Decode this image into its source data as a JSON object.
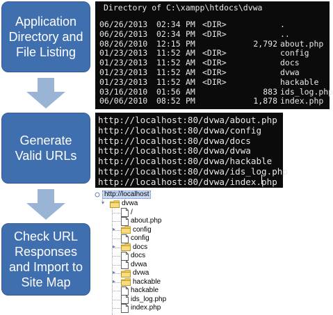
{
  "colors": {
    "step_fill": "#3f6fae",
    "arrow_fill": "#9ab4d6",
    "console_bg": "#0b0b0b",
    "root_highlight": "#c9daf6"
  },
  "steps": [
    {
      "lines": [
        "Application",
        "Directory and",
        "File Listing"
      ]
    },
    {
      "lines": [
        "Generate",
        "Valid URLs"
      ]
    },
    {
      "lines": [
        "Check URL",
        "Responses",
        "and Import to",
        "Site Map"
      ]
    }
  ],
  "directory_listing": {
    "title": "Directory of C:\\xampp\\htdocs\\dvwa",
    "rows": [
      {
        "date": "06/26/2013",
        "time": "02:34",
        "ampm": "PM",
        "dir": "<DIR>",
        "size": "",
        "name": "."
      },
      {
        "date": "06/26/2013",
        "time": "02:34",
        "ampm": "PM",
        "dir": "<DIR>",
        "size": "",
        "name": ".."
      },
      {
        "date": "08/26/2010",
        "time": "12:15",
        "ampm": "PM",
        "dir": "",
        "size": "2,792",
        "name": "about.php"
      },
      {
        "date": "01/23/2013",
        "time": "11:52",
        "ampm": "AM",
        "dir": "<DIR>",
        "size": "",
        "name": "config"
      },
      {
        "date": "01/23/2013",
        "time": "11:52",
        "ampm": "AM",
        "dir": "<DIR>",
        "size": "",
        "name": "docs"
      },
      {
        "date": "01/23/2013",
        "time": "11:52",
        "ampm": "AM",
        "dir": "<DIR>",
        "size": "",
        "name": "dvwa"
      },
      {
        "date": "01/23/2013",
        "time": "11:52",
        "ampm": "AM",
        "dir": "<DIR>",
        "size": "",
        "name": "hackable"
      },
      {
        "date": "03/16/2010",
        "time": "01:56",
        "ampm": "AM",
        "dir": "",
        "size": "883",
        "name": "ids_log.php"
      },
      {
        "date": "06/06/2010",
        "time": "08:52",
        "ampm": "PM",
        "dir": "",
        "size": "1,878",
        "name": "index.php"
      }
    ]
  },
  "urls": [
    "http://localhost:80/dvwa/about.php",
    "http://localhost:80/dvwa/config",
    "http://localhost:80/dvwa/docs",
    "http://localhost:80/dvwa/dvwa",
    "http://localhost:80/dvwa/hackable",
    "http://localhost:80/dvwa/ids_log.php",
    "http://localhost:80/dvwa/index.php"
  ],
  "site_map": {
    "root": "http://localhost",
    "nodes": [
      {
        "label": "dvwa",
        "type": "folder",
        "depth": 1,
        "expander": "expanded"
      },
      {
        "label": "/",
        "type": "file",
        "depth": 2
      },
      {
        "label": "about.php",
        "type": "file",
        "depth": 2
      },
      {
        "label": "config",
        "type": "folder",
        "depth": 2,
        "expander": "collapsed"
      },
      {
        "label": "config",
        "type": "file",
        "depth": 2
      },
      {
        "label": "docs",
        "type": "folder",
        "depth": 2,
        "expander": "collapsed"
      },
      {
        "label": "docs",
        "type": "file",
        "depth": 2
      },
      {
        "label": "dvwa",
        "type": "file",
        "depth": 2
      },
      {
        "label": "dvwa",
        "type": "folder",
        "depth": 2,
        "expander": "collapsed"
      },
      {
        "label": "hackable",
        "type": "folder",
        "depth": 2,
        "expander": "collapsed"
      },
      {
        "label": "hackable",
        "type": "file",
        "depth": 2
      },
      {
        "label": "ids_log.php",
        "type": "file",
        "depth": 2
      },
      {
        "label": "index.php",
        "type": "file",
        "depth": 2
      }
    ]
  }
}
